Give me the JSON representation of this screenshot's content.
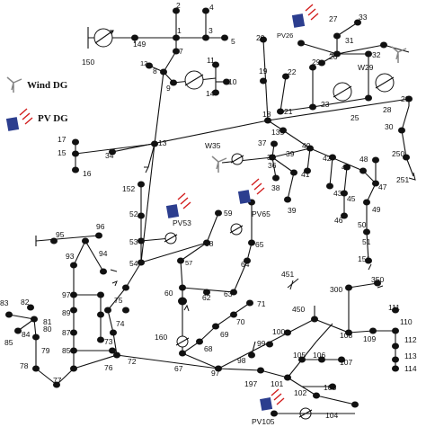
{
  "legend": {
    "wind_label": "Wind DG",
    "pv_label": "PV DG",
    "wind_icon": "wind-turbine-icon",
    "pv_icon": "solar-panel-icon"
  },
  "dg_labels": {
    "pv26": "PV26",
    "w29": "W29",
    "w35": "W35",
    "pv53": "PV53",
    "pv65": "PV65",
    "pv105": "PV105"
  },
  "colors": {
    "line": "#111111",
    "pv_arrow": "#d21e1e",
    "panel": "#2c3e8f"
  },
  "buses": {
    "b1": "1",
    "b2": "2",
    "b3": "3",
    "b4": "4",
    "b5": "5",
    "b7": "7",
    "b8": "8",
    "b9": "9",
    "b10": "10",
    "b11": "11",
    "b12": "12",
    "b13": "13",
    "b14": "14",
    "b15": "15",
    "b16": "16",
    "b17": "17",
    "b18": "18",
    "b19": "19",
    "b20": "20",
    "b21": "21",
    "b22": "22",
    "b23": "23",
    "b25": "25",
    "b26": "26",
    "b27": "27",
    "b28": "28",
    "b29": "29",
    "b30": "30",
    "b31": "31",
    "b32": "32",
    "b33": "33",
    "b34": "34",
    "b35": "35",
    "b36": "36",
    "b37": "37",
    "b38": "38",
    "b39": "39",
    "b40": "40",
    "b41": "41",
    "b42": "42",
    "b43": "43",
    "b44": "44",
    "b45": "45",
    "b46": "46",
    "b47": "47",
    "b48": "48",
    "b49": "49",
    "b50": "50",
    "b51": "51",
    "b52": "52",
    "b53": "53",
    "b54": "54",
    "b57": "57",
    "b58": "58",
    "b59": "59",
    "b60": "60",
    "b62": "62",
    "b63": "63",
    "b64": "64",
    "b65": "65",
    "b67": "67",
    "b68": "68",
    "b69": "69",
    "b70": "70",
    "b71": "71",
    "b72": "72",
    "b73": "73",
    "b74": "74",
    "b75": "75",
    "b76": "76",
    "b77": "77",
    "b78": "78",
    "b79": "79",
    "b80": "80",
    "b81": "81",
    "b82": "82",
    "b83": "83",
    "b84": "84",
    "b85": "85",
    "b87": "87",
    "b89": "89",
    "b93": "93",
    "b94": "94",
    "b95": "95",
    "b96": "96",
    "b97a": "97",
    "b97b": "97",
    "b98": "98",
    "b99": "99",
    "b100": "100",
    "b101": "101",
    "b102": "102",
    "b103": "103",
    "b104": "104",
    "b105": "105",
    "b106": "106",
    "b107": "107",
    "b108": "108",
    "b109": "109",
    "b110": "110",
    "b111": "111",
    "b112": "112",
    "b113": "113",
    "b114": "114",
    "b135": "135",
    "b149": "149",
    "b150": "150",
    "b151": "151",
    "b152": "152",
    "b160": "160",
    "b197": "197",
    "b250": "250",
    "b251": "251",
    "b300": "300",
    "b350": "350",
    "b450": "450",
    "b451": "451"
  }
}
